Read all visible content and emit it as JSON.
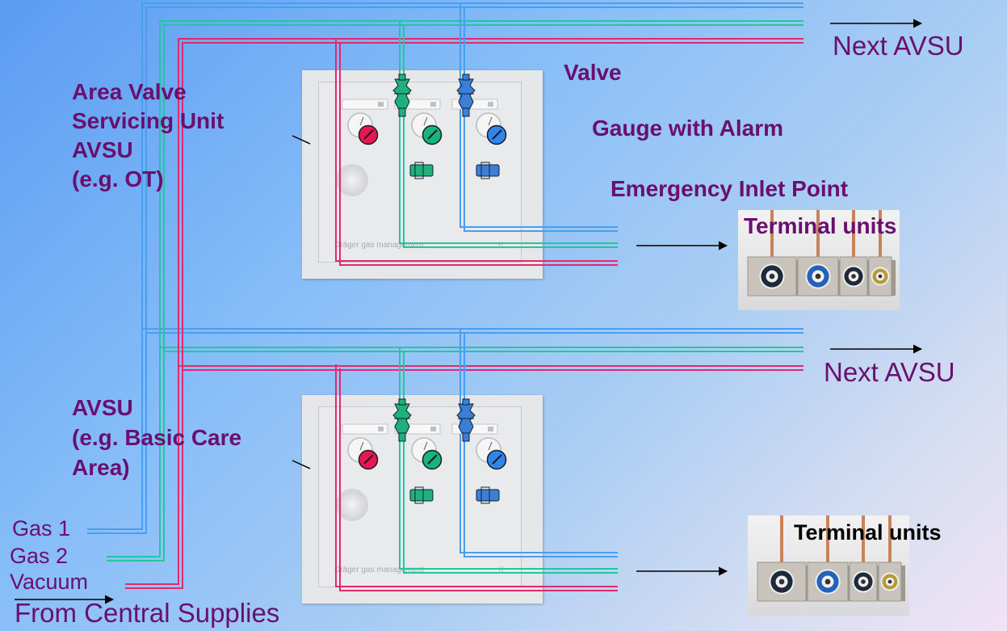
{
  "labels": {
    "next_avsu_top": "Next AVSU",
    "next_avsu_mid": "Next AVSU",
    "valve": "Valve",
    "gauge_with_alarm": "Gauge with Alarm",
    "emergency_inlet_point": "Emergency Inlet Point",
    "terminal_units_top": "Terminal units",
    "terminal_units_bottom": "Terminal units",
    "avsu_ot": [
      "Area Valve",
      "Servicing Unit",
      "AVSU",
      "(e.g. OT)"
    ],
    "avsu_basic": [
      "AVSU",
      "(e.g. Basic Care",
      "Area)"
    ],
    "gas1": "Gas 1",
    "gas2": "Gas 2",
    "vacuum": "Vacuum",
    "from_central_supplies": "From Central Supplies"
  },
  "panel_brand": "Dräger gas management",
  "colors": {
    "gas1": "#4a9ef0",
    "gas2": "#22c7a0",
    "vacuum": "#e2286e",
    "label_purple": "#6a0f6e",
    "valve_green": "#1fb07c",
    "valve_blue": "#3d7fd6",
    "gauge_red": "#e8174f",
    "gauge_green": "#17b57a",
    "gauge_blue": "#2f86e8",
    "terminal_ring_dark": "#1e2a3a",
    "terminal_ring_blue": "#2461b8",
    "terminal_ring_gold": "#b89a3d"
  },
  "icons": [
    "arrow-right-icon",
    "valve-icon",
    "gauge-icon",
    "emergency-inlet-icon",
    "terminal-outlet-icon"
  ]
}
